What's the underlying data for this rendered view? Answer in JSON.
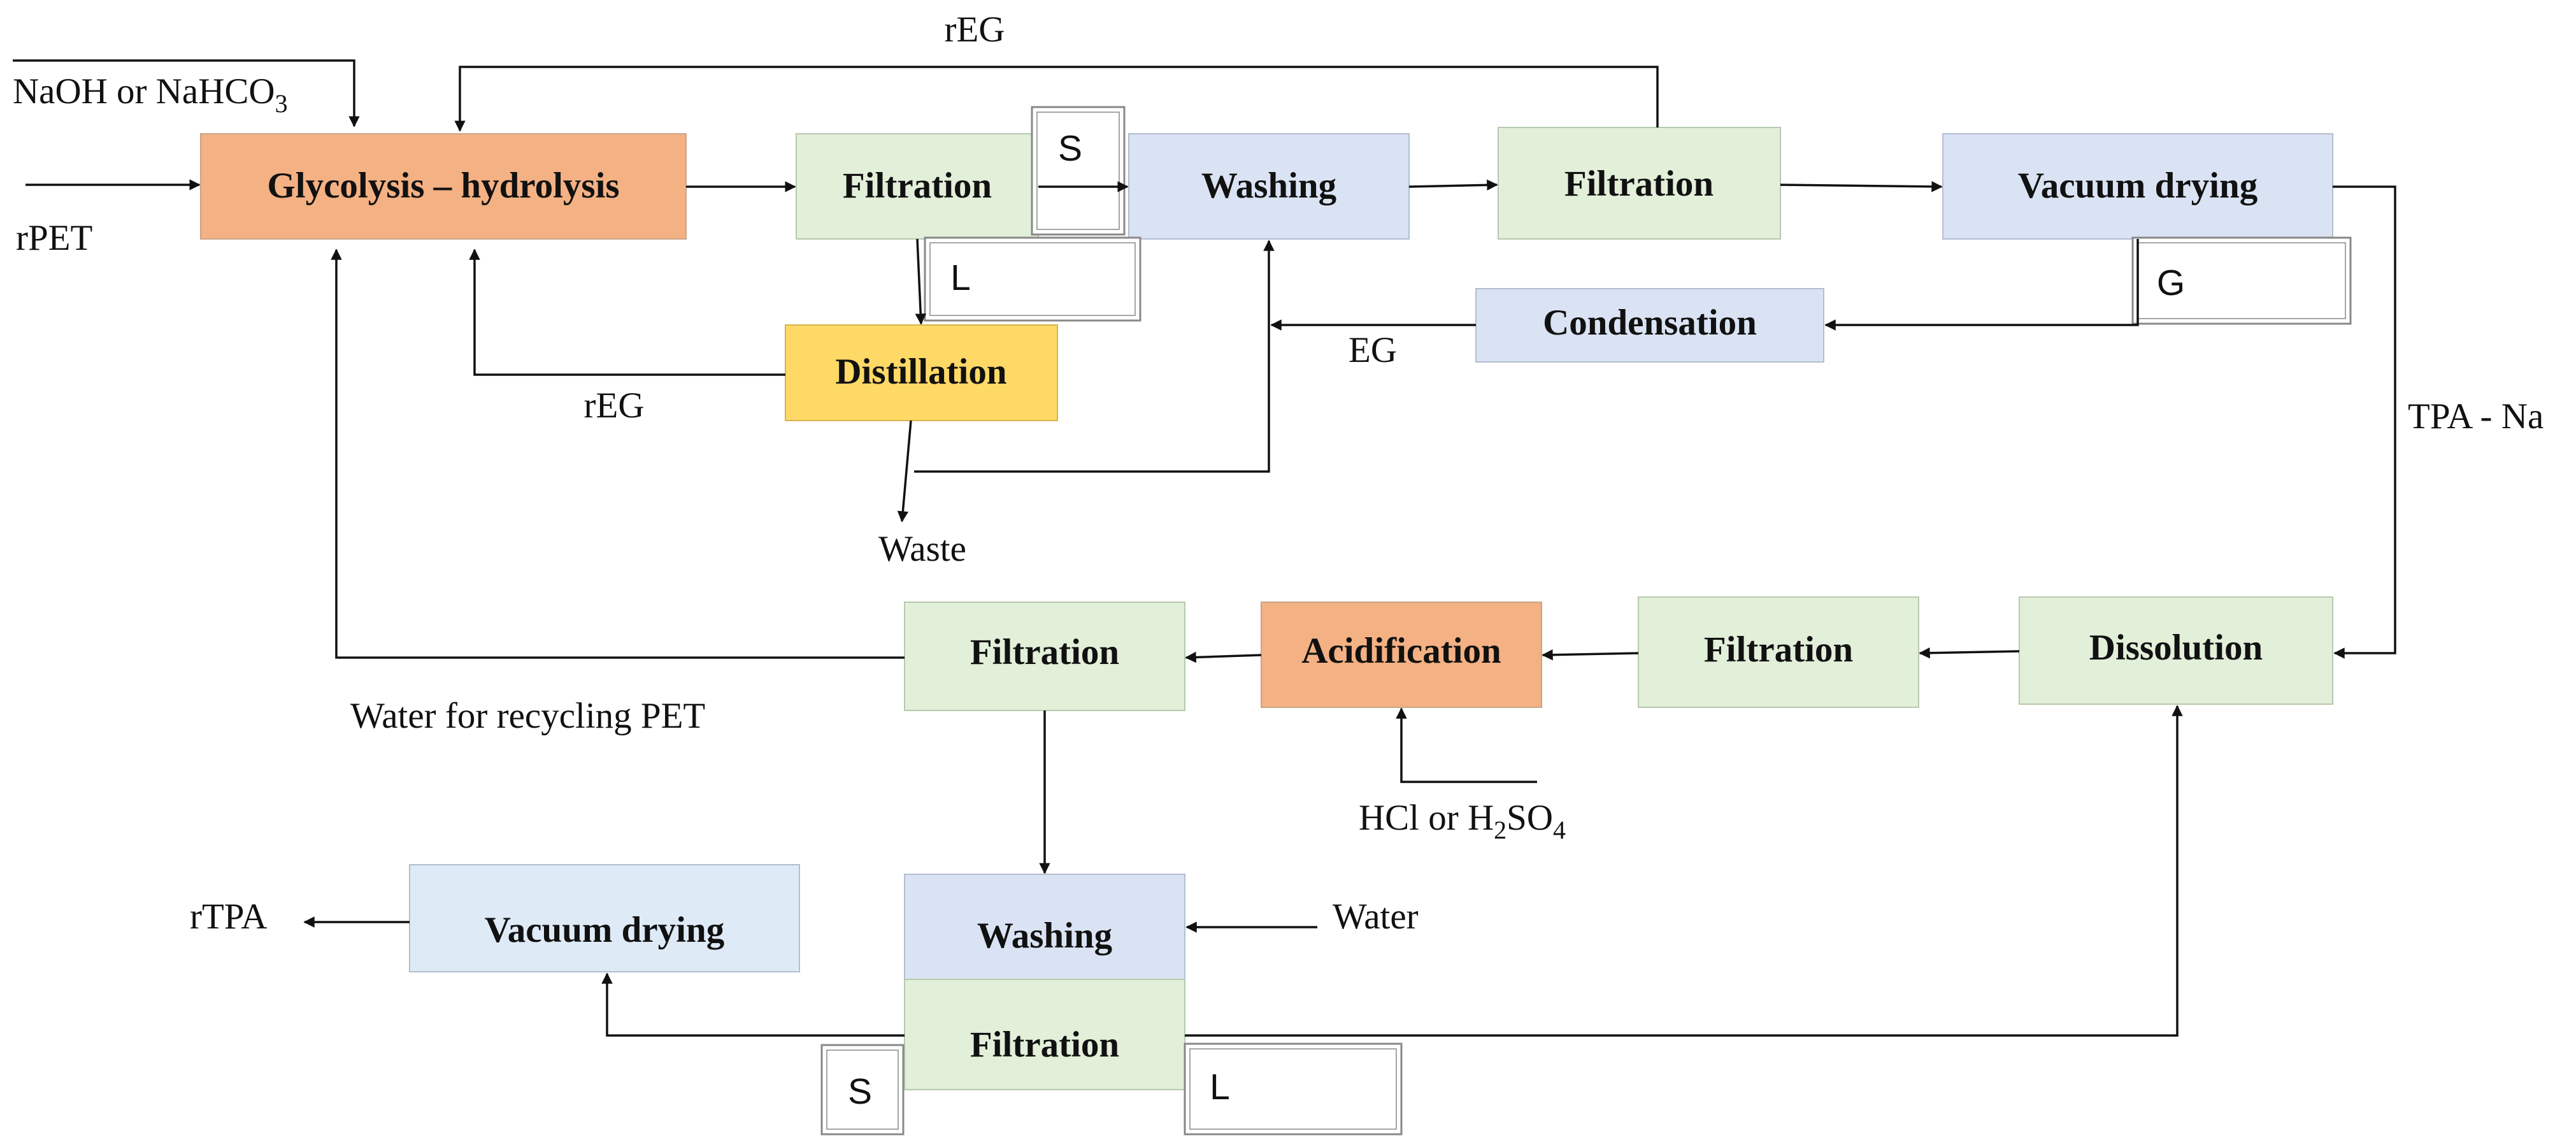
{
  "colors": {
    "orange": "#f4b183",
    "green": "#e2efd9",
    "blue": "#dae3f3",
    "light_blue": "#deeaf6",
    "yellow": "#ffd966",
    "box_border": "#b7b7b7",
    "line": "#111111"
  },
  "boxes": {
    "glycolysis": "Glycolysis – hydrolysis",
    "filtration_1": "Filtration",
    "washing_1": "Washing",
    "filtration_2": "Filtration",
    "vacuum_drying_1": "Vacuum drying",
    "condensation": "Condensation",
    "distillation": "Distillation",
    "dissolution": "Dissolution",
    "filtration_3": "Filtration",
    "acidification": "Acidification",
    "filtration_4": "Filtration",
    "washing_2": "Washing",
    "filtration_5": "Filtration",
    "vacuum_drying_2": "Vacuum drying"
  },
  "labels": {
    "naoh_main": "NaOH or NaHCO",
    "naoh_sub": "3",
    "rpet": "rPET",
    "reg_top": "rEG",
    "reg_mid": "rEG",
    "eg": "EG",
    "waste": "Waste",
    "tpa_na": "TPA - Na",
    "water_recycling": "Water for recycling PET",
    "hcl_a": "HCl or H",
    "hcl_sub1": "2",
    "hcl_b": "SO",
    "hcl_sub2": "4",
    "water": "Water",
    "rtpa": "rTPA"
  },
  "tags": {
    "s_top": "S",
    "l_top": "L",
    "g": "G",
    "s_bottom": "S",
    "l_bottom": "L"
  }
}
